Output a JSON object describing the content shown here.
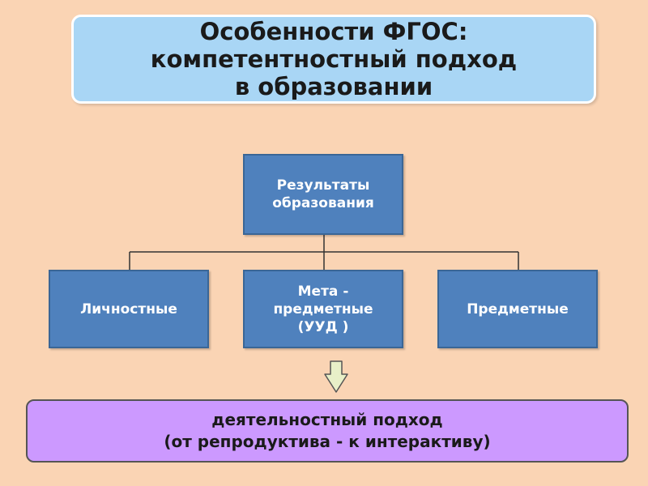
{
  "title": {
    "lines": [
      "Особенности ФГОС:",
      "компетентностный  подход",
      "в образовании"
    ]
  },
  "hierarchy": {
    "root": {
      "lines": [
        "Результаты",
        "образования"
      ]
    },
    "children": [
      {
        "lines": [
          "Личностные"
        ]
      },
      {
        "lines": [
          "Мета -",
          "предметные",
          "(УУД )"
        ]
      },
      {
        "lines": [
          "Предметные"
        ]
      }
    ]
  },
  "conclusion": {
    "lines": [
      "деятельностный подход",
      "(от репродуктива -  к интерактиву)"
    ]
  },
  "colors": {
    "background": "#fad4b4",
    "title_box": "#a9d6f5",
    "node_fill": "#4f81bd",
    "conclusion_box": "#cc99ff",
    "arrow_fill": "#e8f0c8"
  },
  "icons": {
    "arrow": "down-arrow-icon"
  }
}
